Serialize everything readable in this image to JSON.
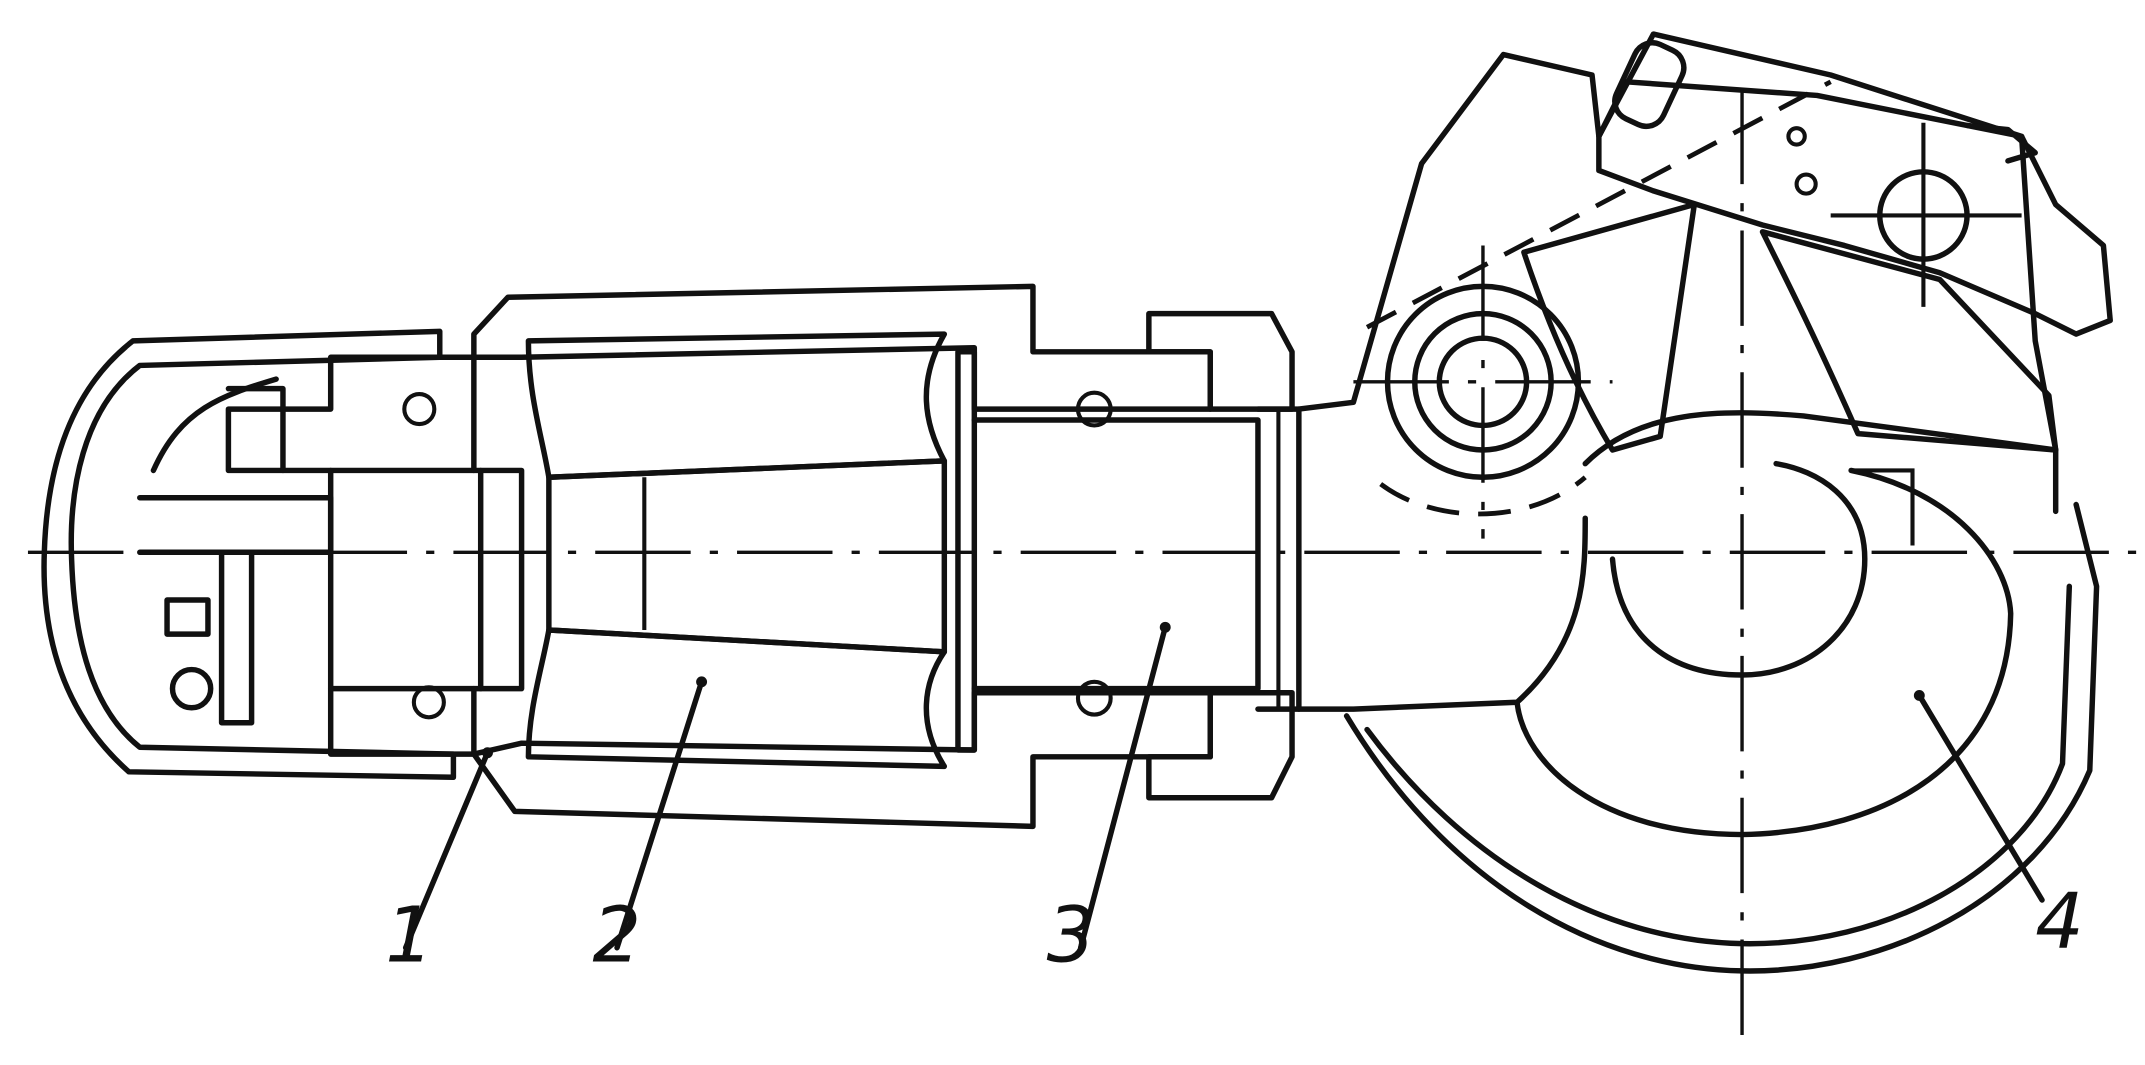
{
  "labels": [
    "1",
    "2",
    "3",
    "4"
  ],
  "colors": {
    "ink": "#111111",
    "paper": "#ffffff"
  }
}
